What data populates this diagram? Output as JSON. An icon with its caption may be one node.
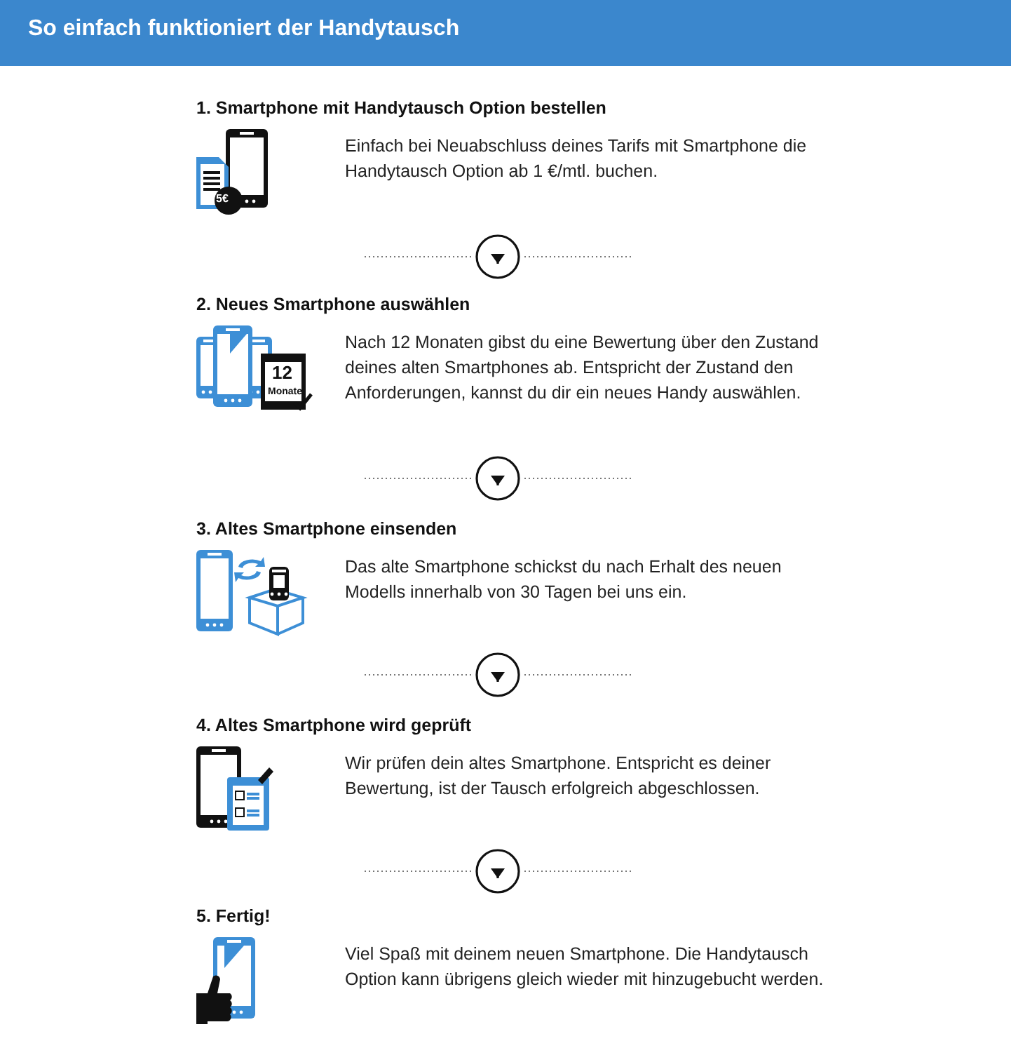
{
  "diagram": {
    "title": "So einfach funktioniert der Handytausch",
    "nodes": [
      {
        "text": [
          "1. Smartphone mit Handytausch Option bestellen",
          "Einfach bei Neuabschluss deines Tarifs mit Smartphone die Handytausch Option ab 1 €/mtl. buchen."
        ]
      },
      {
        "text": [
          "2. Neues Smartphone auswählen",
          "Nach 12 Monaten gibst du eine Bewertung über den Zustand deines alten Smartphones ab. Entspricht der Zustand den Anforderungen, kannst du dir ein neues Handy auswählen."
        ]
      },
      {
        "text": [
          "3. Altes Smartphone einsenden",
          "Das alte Smartphone schickst du nach Erhalt des neuen Modells innerhalb von 30 Tagen bei uns ein."
        ]
      },
      {
        "text": [
          "4. Altes Smartphone wird geprüft",
          "Wir prüfen dein altes Smartphone. Entspricht es deiner Bewertung, ist der Tausch erfolgreich abgeschlossen."
        ]
      },
      {
        "text": [
          "5. Fertig!",
          "Viel Spaß mit deinem neuen Smartphone. Die Handytausch Option kann übrigens gleich wieder mit hinzugebucht werden."
        ]
      }
    ],
    "edges": [
      {
        "from": 0,
        "to": 1,
        "arrow": "to"
      },
      {
        "from": 1,
        "to": 2,
        "arrow": "to"
      },
      {
        "from": 2,
        "to": 3,
        "arrow": "to"
      },
      {
        "from": 3,
        "to": 4,
        "arrow": "to"
      }
    ],
    "labels": [
      "5€",
      "12",
      "Monate"
    ]
  }
}
